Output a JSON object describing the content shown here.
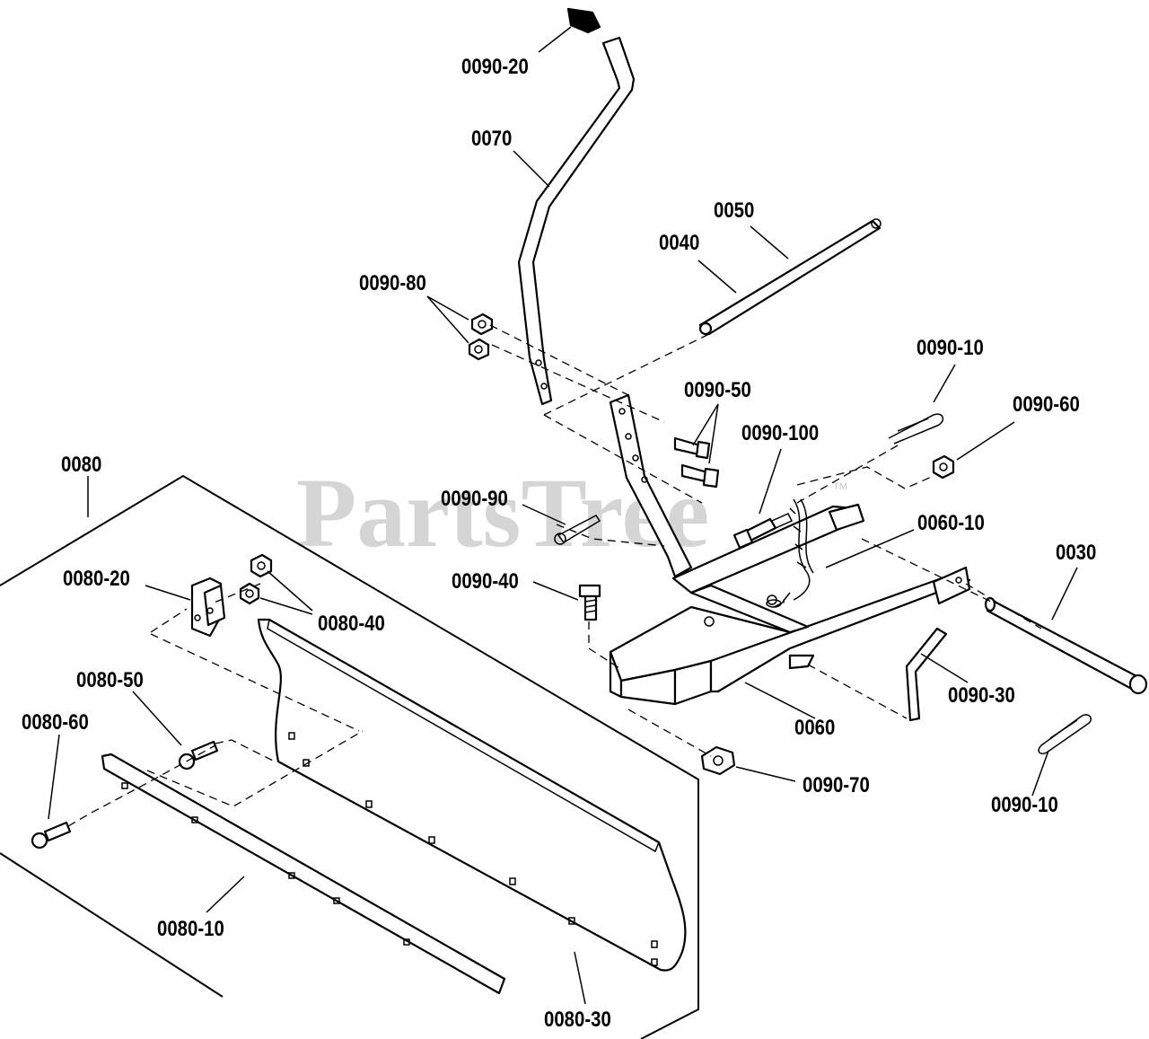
{
  "watermark": {
    "text": "PartsTree",
    "tm": "TM"
  },
  "labels": {
    "l0090_20": "0090-20",
    "l0070": "0070",
    "l0050": "0050",
    "l0040": "0040",
    "l0090_80": "0090-80",
    "l0090_10_top": "0090-10",
    "l0090_50": "0090-50",
    "l0090_60": "0090-60",
    "l0090_100": "0090-100",
    "l0080": "0080",
    "l0090_90": "0090-90",
    "l0060_10": "0060-10",
    "l0030": "0030",
    "l0080_20": "0080-20",
    "l0090_40": "0090-40",
    "l0080_40": "0080-40",
    "l0080_50": "0080-50",
    "l0090_30": "0090-30",
    "l0060": "0060",
    "l0080_60": "0080-60",
    "l0090_70": "0090-70",
    "l0090_10_bot": "0090-10",
    "l0080_10": "0080-10",
    "l0080_30": "0080-30"
  }
}
